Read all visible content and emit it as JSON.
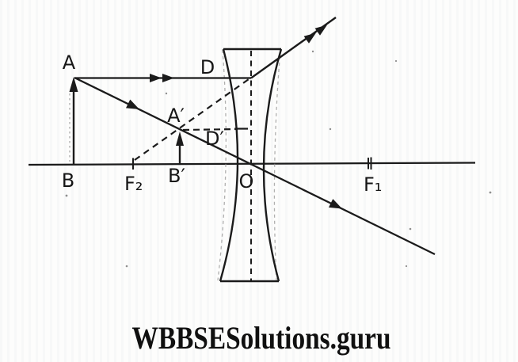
{
  "diagram": {
    "type": "concave-lens-ray-diagram",
    "labels": {
      "object_top": "A",
      "object_base": "B",
      "image_top": "A′",
      "image_base": "B′",
      "lens_incidence_point": "D",
      "image_level_point": "D′",
      "focus_left": "F₂",
      "focus_right": "F₁",
      "optical_center": "O"
    },
    "colors": {
      "ink": "#1b1b1b",
      "paper": "#fdfdfc"
    }
  },
  "watermark": {
    "text": "WBBSESolutions.guru"
  }
}
